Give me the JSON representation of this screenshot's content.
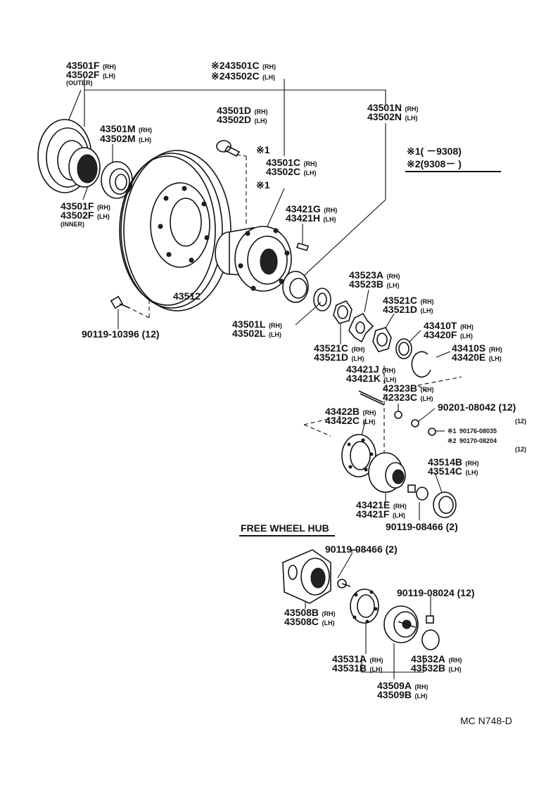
{
  "labels": {
    "l01": {
      "pn": "43501F",
      "tag": "(RH)"
    },
    "l02": {
      "pn": "43502F",
      "tag": "(LH)"
    },
    "l03": {
      "tag": "(OUTER)"
    },
    "l04": {
      "mark": "※2",
      "pn": "43501C",
      "tag": "(RH)"
    },
    "l05": {
      "mark": "※2",
      "pn": "43502C",
      "tag": "(LH)"
    },
    "l06": {
      "pn": "43501D",
      "tag": "(RH)"
    },
    "l07": {
      "pn": "43502D",
      "tag": "(LH)"
    },
    "l08": {
      "pn": "43501M",
      "tag": "(RH)"
    },
    "l09": {
      "pn": "43502M",
      "tag": "(LH)"
    },
    "l10": {
      "pn": "43501N",
      "tag": "(RH)"
    },
    "l11": {
      "pn": "43502N",
      "tag": "(LH)"
    },
    "l12": {
      "mark": "※1"
    },
    "l13": {
      "pn": "43501C",
      "tag": "(RH)"
    },
    "l14": {
      "pn": "43502C",
      "tag": "(LH)"
    },
    "l15": {
      "mark": "※1"
    },
    "l16": {
      "pn": "43501F",
      "tag": "(RH)"
    },
    "l17": {
      "pn": "43502F",
      "tag": "(LH)"
    },
    "l18": {
      "tag": "(INNER)"
    },
    "l19": {
      "pn": "43421G",
      "tag": "(RH)"
    },
    "l20": {
      "pn": "43421H",
      "tag": "(LH)"
    },
    "l21": {
      "pn": "43512"
    },
    "l22": {
      "pn": "43523A",
      "tag": "(RH)"
    },
    "l23": {
      "pn": "43523B",
      "tag": "(LH)"
    },
    "l24": {
      "pn": "43521C",
      "tag": "(RH)"
    },
    "l25": {
      "pn": "43521D",
      "tag": "(LH)"
    },
    "l26": {
      "pn": "90119-10396 (12)"
    },
    "l27": {
      "pn": "43501L",
      "tag": "(RH)"
    },
    "l28": {
      "pn": "43502L",
      "tag": "(LH)"
    },
    "l29": {
      "pn": "43410T",
      "tag": "(RH)"
    },
    "l30": {
      "pn": "43420F",
      "tag": "(LH)"
    },
    "l31": {
      "pn": "43521C",
      "tag": "(RH)"
    },
    "l32": {
      "pn": "43521D",
      "tag": "(LH)"
    },
    "l33": {
      "pn": "43410S",
      "tag": "(RH)"
    },
    "l34": {
      "pn": "43420E",
      "tag": "(LH)"
    },
    "l35": {
      "pn": "43421J",
      "tag": "(RH)"
    },
    "l36": {
      "pn": "43421K",
      "tag": "(LH)"
    },
    "l37": {
      "pn": "42323B",
      "tag": "(RH)"
    },
    "l38": {
      "pn": "42323C",
      "tag": "(LH)"
    },
    "l39": {
      "pn": "43422B",
      "tag": "(RH)"
    },
    "l40": {
      "pn": "43422C",
      "tag": "(LH)"
    },
    "l41": {
      "pn": "90201-08042 (12)"
    },
    "l42": {
      "pn": "(12)"
    },
    "l43": {
      "mark": "※1",
      "pn": "90176-08035"
    },
    "l44": {
      "mark": "※2",
      "pn": "90170-08204"
    },
    "l45": {
      "pn": "(12)"
    },
    "l46": {
      "pn": "43514B",
      "tag": "(RH)"
    },
    "l47": {
      "pn": "43514C",
      "tag": "(LH)"
    },
    "l48": {
      "pn": "43421E",
      "tag": "(RH)"
    },
    "l49": {
      "pn": "43421F",
      "tag": "(LH)"
    },
    "l50": {
      "pn": "90119-08466 (2)"
    },
    "l51": {
      "pn": "90119-08466 (2)"
    },
    "l52": {
      "pn": "43508B",
      "tag": "(RH)"
    },
    "l53": {
      "pn": "43508C",
      "tag": "(LH)"
    },
    "l54": {
      "pn": "90119-08024 (12)"
    },
    "l55": {
      "pn": "43531A",
      "tag": "(RH)"
    },
    "l56": {
      "pn": "43531B",
      "tag": "(LH)"
    },
    "l57": {
      "pn": "43532A",
      "tag": "(RH)"
    },
    "l58": {
      "pn": "43532B",
      "tag": "(LH)"
    },
    "l59": {
      "pn": "43509A",
      "tag": "(RH)"
    },
    "l60": {
      "pn": "43509B",
      "tag": "(LH)"
    },
    "l61": {
      "pn": "MC  N748-D"
    }
  },
  "legend": {
    "row1": {
      "mark": "※1",
      "text": "(      －9308)"
    },
    "row2": {
      "mark": "※2",
      "text": "(9308－      )"
    }
  },
  "section": {
    "title": "FREE WHEEL HUB"
  }
}
